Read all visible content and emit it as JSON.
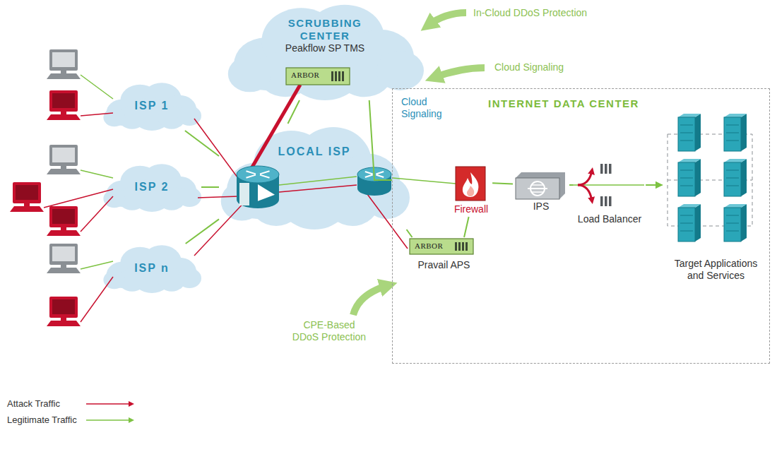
{
  "diagram": {
    "nodes": [
      {
        "text": [
          "SCRUBBING CENTER",
          "Peakflow SP TMS"
        ]
      },
      {
        "text": [
          "ISP 1"
        ]
      },
      {
        "text": [
          "ISP 2"
        ]
      },
      {
        "text": [
          "ISP n"
        ]
      },
      {
        "text": [
          "LOCAL ISP"
        ]
      },
      {
        "text": [
          "INTERNET DATA CENTER"
        ]
      },
      {
        "text": [
          "Firewall"
        ],
        "in": 5
      },
      {
        "text": [
          "IPS"
        ],
        "in": 5
      },
      {
        "text": [
          "Load Balancer"
        ],
        "in": 5
      },
      {
        "text": [
          "Pravail APS"
        ],
        "in": 5
      },
      {
        "text": [
          "Target Applications and Services"
        ],
        "in": 5
      }
    ],
    "edges": [
      {
        "from": 1,
        "to": 4,
        "arrow": "none"
      },
      {
        "from": 2,
        "to": 4,
        "arrow": "none"
      },
      {
        "from": 3,
        "to": 4,
        "arrow": "none"
      },
      {
        "from": 4,
        "to": 0,
        "arrow": "none"
      },
      {
        "from": 0,
        "to": 5,
        "arrow": "none"
      },
      {
        "from": 4,
        "to": 9,
        "arrow": "none"
      },
      {
        "from": 9,
        "to": 6,
        "arrow": "none"
      },
      {
        "from": 6,
        "to": 7,
        "arrow": "none"
      },
      {
        "from": 7,
        "to": 8,
        "arrow": "none"
      },
      {
        "from": 8,
        "to": 10,
        "arrow": "to"
      }
    ],
    "labels": [
      "In-Cloud DDoS Protection",
      "Cloud Signaling",
      "Cloud Signaling",
      "CPE-Based DDoS Protection",
      "ARBOR",
      "ARBOR"
    ],
    "legend": [
      {
        "text": "Attack Traffic"
      },
      {
        "text": "Legitimate Traffic"
      }
    ]
  }
}
